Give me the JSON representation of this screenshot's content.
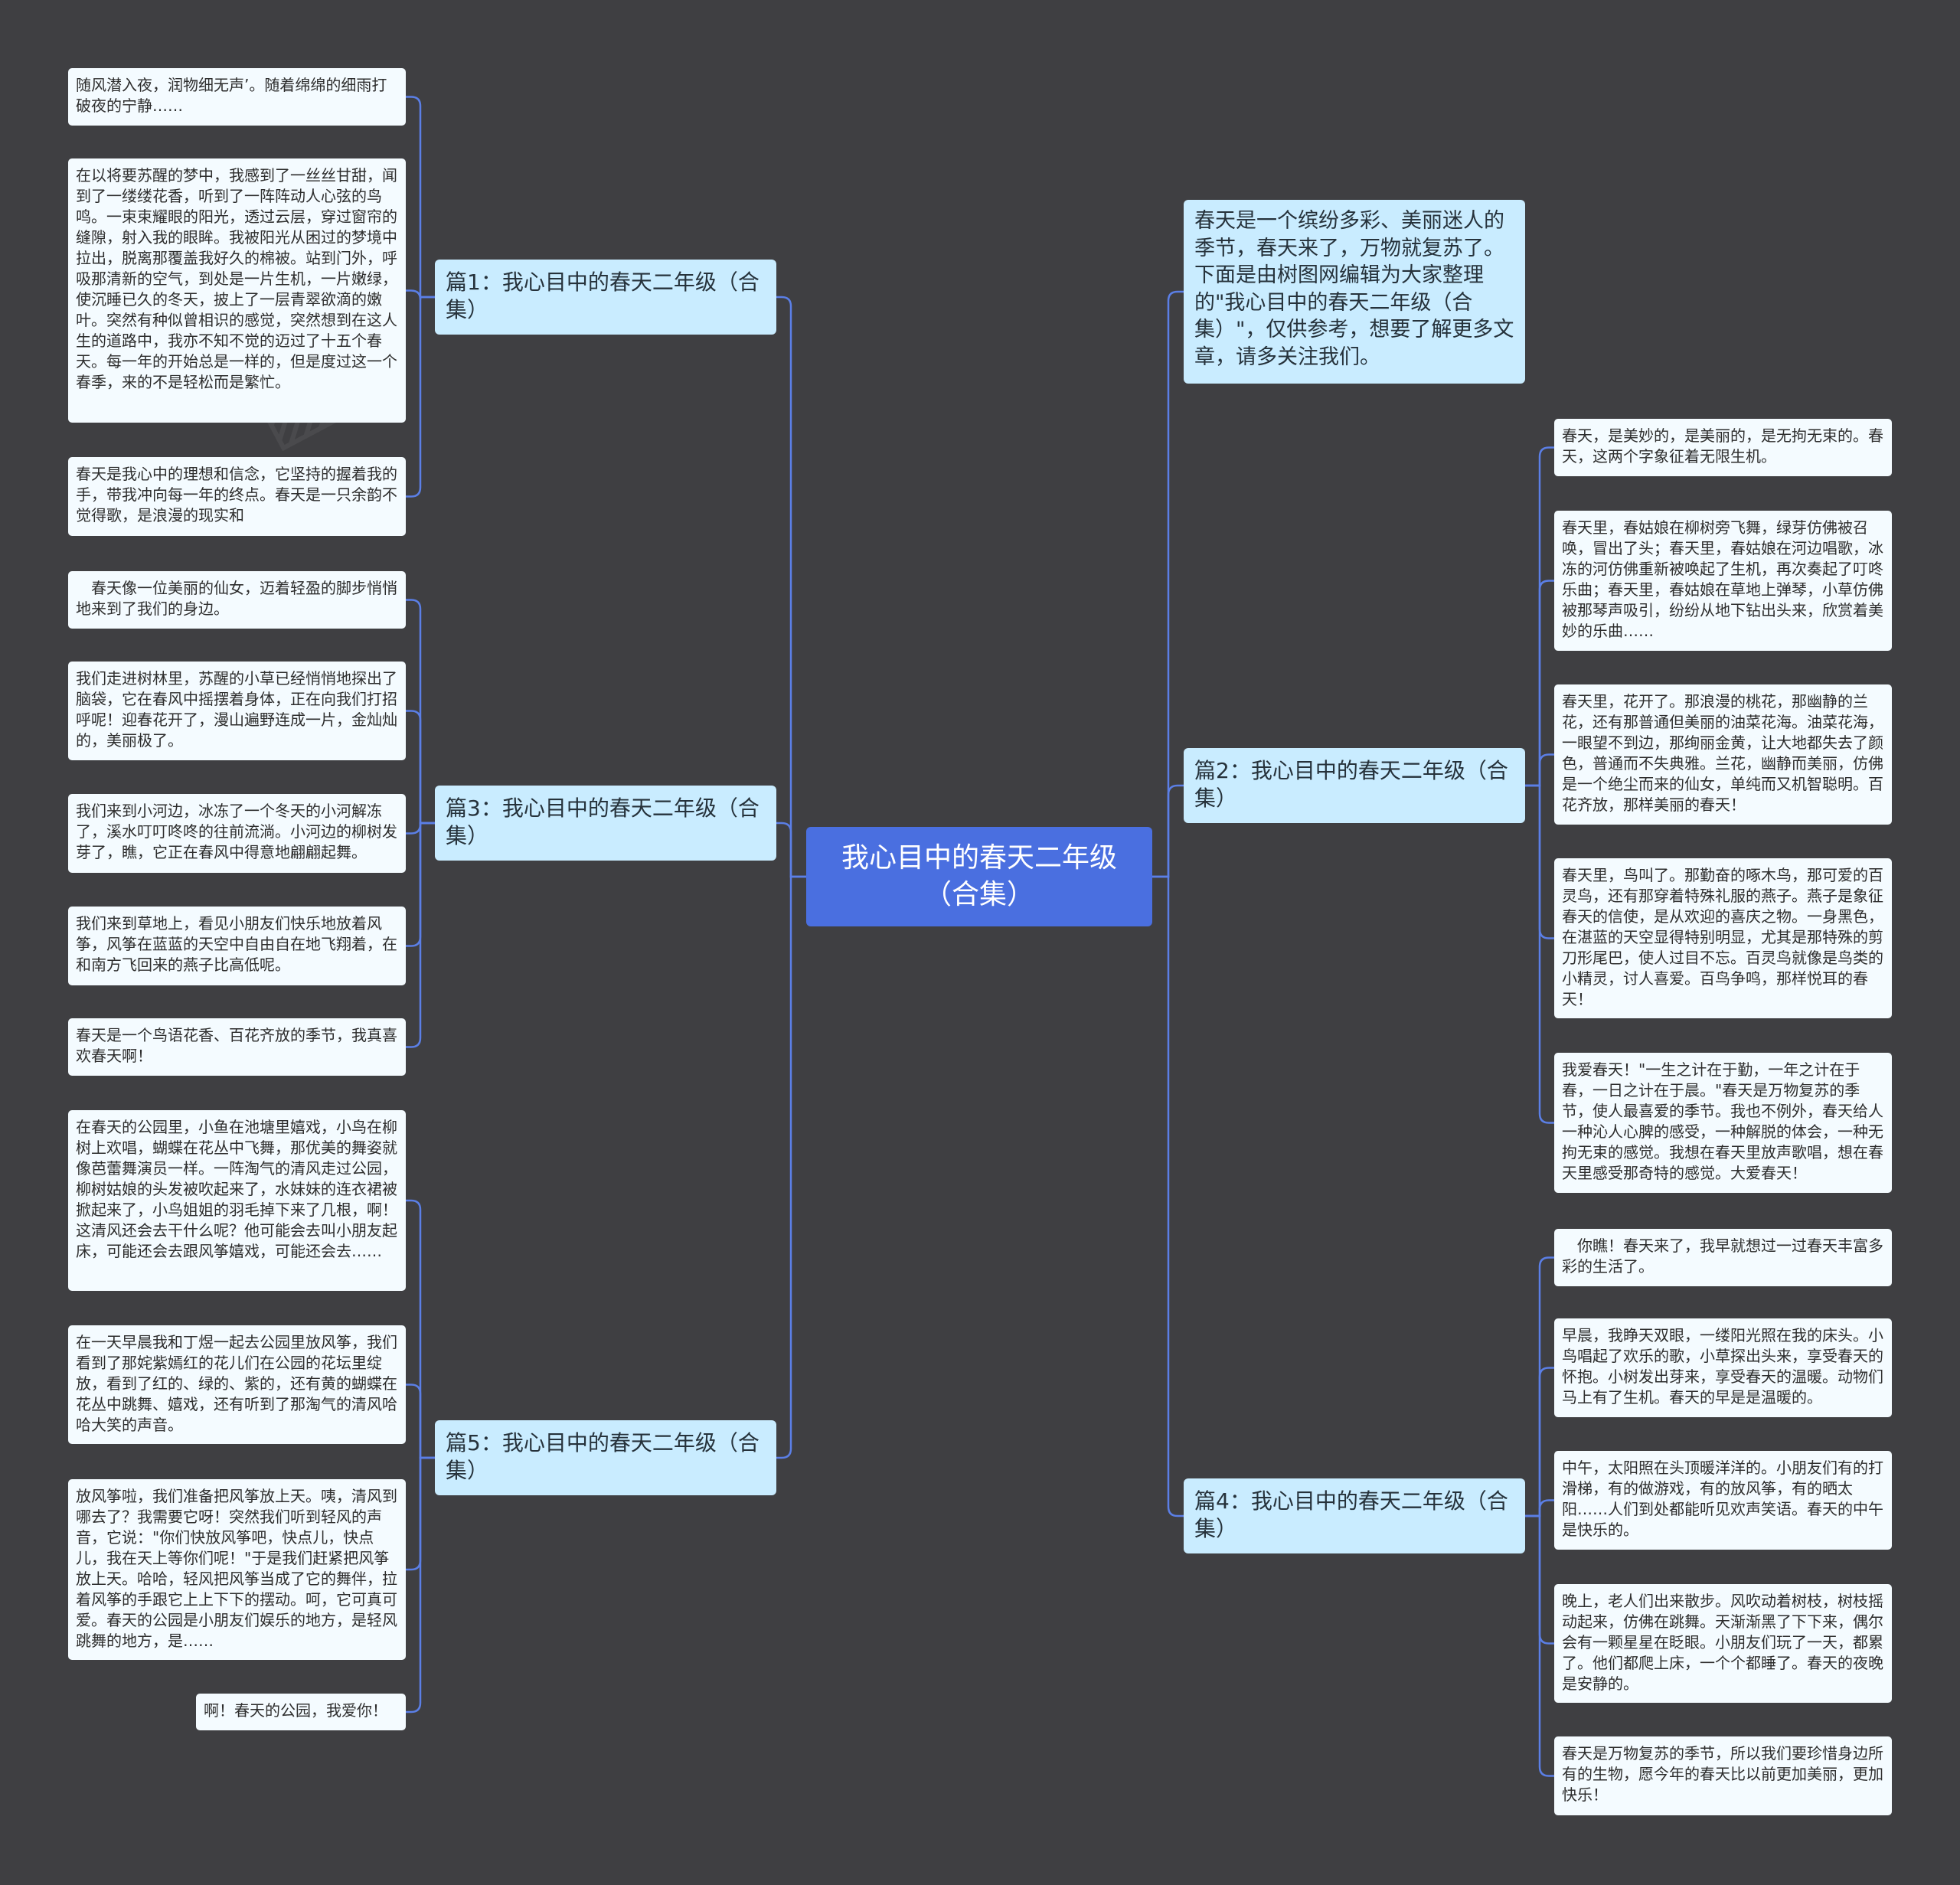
{
  "root": {
    "text": "我心目中的春天二年级（合集）"
  },
  "intro": {
    "text": "春天是一个缤纷多彩、美丽迷人的季节，春天来了，万物就复苏了。下面是由树图网编辑为大家整理的\"我心目中的春天二年级（合集）\"，仅供参考，想要了解更多文章，请多关注我们。"
  },
  "branches": [
    {
      "title": "篇1：我心目中的春天二年级（合集）",
      "leaves": [
        "随风潜入夜，润物细无声’。随着绵绵的细雨打破夜的宁静……",
        "在以将要苏醒的梦中，我感到了一丝丝甘甜，闻到了一缕缕花香，听到了一阵阵动人心弦的鸟鸣。一束束耀眼的阳光，透过云层，穿过窗帘的缝隙，射入我的眼眸。我被阳光从困过的梦境中拉出，脱离那覆盖我好久的棉被。站到门外，呼吸那清新的空气，到处是一片生机，一片嫩绿，使沉睡已久的冬天，披上了一层青翠欲滴的嫩叶。突然有种似曾相识的感觉，突然想到在这人生的道路中，我亦不知不觉的迈过了十五个春天。每一年的开始总是一样的，但是度过这一个春季，来的不是轻松而是繁忙。",
        "春天是我心中的理想和信念，它坚持的握着我的手，带我冲向每一年的终点。春天是一只余韵不觉得歌，是浪漫的现实和"
      ]
    },
    {
      "title": "篇3：我心目中的春天二年级（合集）",
      "leaves": [
        "　春天像一位美丽的仙女，迈着轻盈的脚步悄悄地来到了我们的身边。",
        "我们走进树林里，苏醒的小草已经悄悄地探出了脑袋，它在春风中摇摆着身体，正在向我们打招呼呢！迎春花开了，漫山遍野连成一片，金灿灿的，美丽极了。",
        "我们来到小河边，冰冻了一个冬天的小河解冻了，溪水叮叮咚咚的往前流淌。小河边的柳树发芽了，瞧，它正在春风中得意地翩翩起舞。",
        "我们来到草地上，看见小朋友们快乐地放着风筝，风筝在蓝蓝的天空中自由自在地飞翔着，在和南方飞回来的燕子比高低呢。",
        "春天是一个鸟语花香、百花齐放的季节，我真喜欢春天啊！"
      ]
    },
    {
      "title": "篇5：我心目中的春天二年级（合集）",
      "leaves": [
        "在春天的公园里，小鱼在池塘里嬉戏，小鸟在柳树上欢唱，蝴蝶在花丛中飞舞，那优美的舞姿就像芭蕾舞演员一样。一阵淘气的清风走过公园，柳树姑娘的头发被吹起来了，水妹妹的连衣裙被掀起来了，小鸟姐姐的羽毛掉下来了几根，啊！这清风还会去干什么呢？他可能会去叫小朋友起床，可能还会去跟风筝嬉戏，可能还会去……",
        "在一天早晨我和丁煜一起去公园里放风筝，我们看到了那姹紫嫣红的花儿们在公园的花坛里绽放，看到了红的、绿的、紫的，还有黄的蝴蝶在花丛中跳舞、嬉戏，还有听到了那淘气的清风哈哈大笑的声音。",
        "放风筝啦，我们准备把风筝放上天。咦，清风到哪去了？我需要它呀！突然我们听到轻风的声音，它说：\"你们快放风筝吧，快点儿，快点儿，我在天上等你们呢！\"于是我们赶紧把风筝放上天。哈哈，轻风把风筝当成了它的舞伴，拉着风筝的手跟它上上下下的摆动。呵，它可真可爱。春天的公园是小朋友们娱乐的地方，是轻风跳舞的地方，是……",
        "啊！春天的公园，我爱你！"
      ]
    },
    {
      "title": "篇2：我心目中的春天二年级（合集）",
      "leaves": [
        "春天，是美妙的，是美丽的，是无拘无束的。春天，这两个字象征着无限生机。",
        "春天里，春姑娘在柳树旁飞舞，绿芽仿佛被召唤，冒出了头；春天里，春姑娘在河边唱歌，冰冻的河仿佛重新被唤起了生机，再次奏起了叮咚乐曲；春天里，春姑娘在草地上弹琴，小草仿佛被那琴声吸引，纷纷从地下钻出头来，欣赏着美妙的乐曲……",
        "春天里，花开了。那浪漫的桃花，那幽静的兰花，还有那普通但美丽的油菜花海。油菜花海，一眼望不到边，那绚丽金黄，让大地都失去了颜色，普通而不失典雅。兰花，幽静而美丽，仿佛是一个绝尘而来的仙女，单纯而又机智聪明。百花齐放，那样美丽的春天！",
        "春天里，鸟叫了。那勤奋的啄木鸟，那可爱的百灵鸟，还有那穿着特殊礼服的燕子。燕子是象征春天的信使，是从欢迎的喜庆之物。一身黑色，在湛蓝的天空显得特别明显，尤其是那特殊的剪刀形尾巴，使人过目不忘。百灵鸟就像是鸟类的小精灵，讨人喜爱。百鸟争鸣，那样悦耳的春天！",
        "我爱春天！\"一生之计在于勤，一年之计在于春，一日之计在于晨。\"春天是万物复苏的季节，使人最喜爱的季节。我也不例外，春天给人一种沁人心脾的感受，一种解脱的体会，一种无拘无束的感觉。我想在春天里放声歌唱，想在春天里感受那奇特的感觉。大爱春天！"
      ]
    },
    {
      "title": "篇4：我心目中的春天二年级（合集）",
      "leaves": [
        "　你瞧！春天来了，我早就想过一过春天丰富多彩的生活了。",
        "早晨，我睁天双眼，一缕阳光照在我的床头。小鸟唱起了欢乐的歌，小草探出头来，享受春天的怀抱。小树发出芽来，享受春天的温暖。动物们马上有了生机。春天的早是是温暖的。",
        "中午，太阳照在头顶暖洋洋的。小朋友们有的打滑梯，有的做游戏，有的放风筝，有的晒太阳……人们到处都能听见欢声笑语。春天的中午是快乐的。",
        "晚上，老人们出来散步。风吹动着树枝，树枝摇动起来，仿佛在跳舞。天渐渐黑了下下来，偶尔会有一颗星星在眨眼。小朋友们玩了一天，都累了。他们都爬上床，一个个都睡了。春天的夜晚是安静的。",
        "春天是万物复苏的季节，所以我们要珍惜身边所有的生物，愿今年的春天比以前更加美丽，更加快乐！"
      ]
    }
  ],
  "colors": {
    "background": "#3f3f42",
    "root": "#4a6fe0",
    "branch": "#c9ecff",
    "leaf": "#f4fbff",
    "link": "#5b7fe6"
  }
}
